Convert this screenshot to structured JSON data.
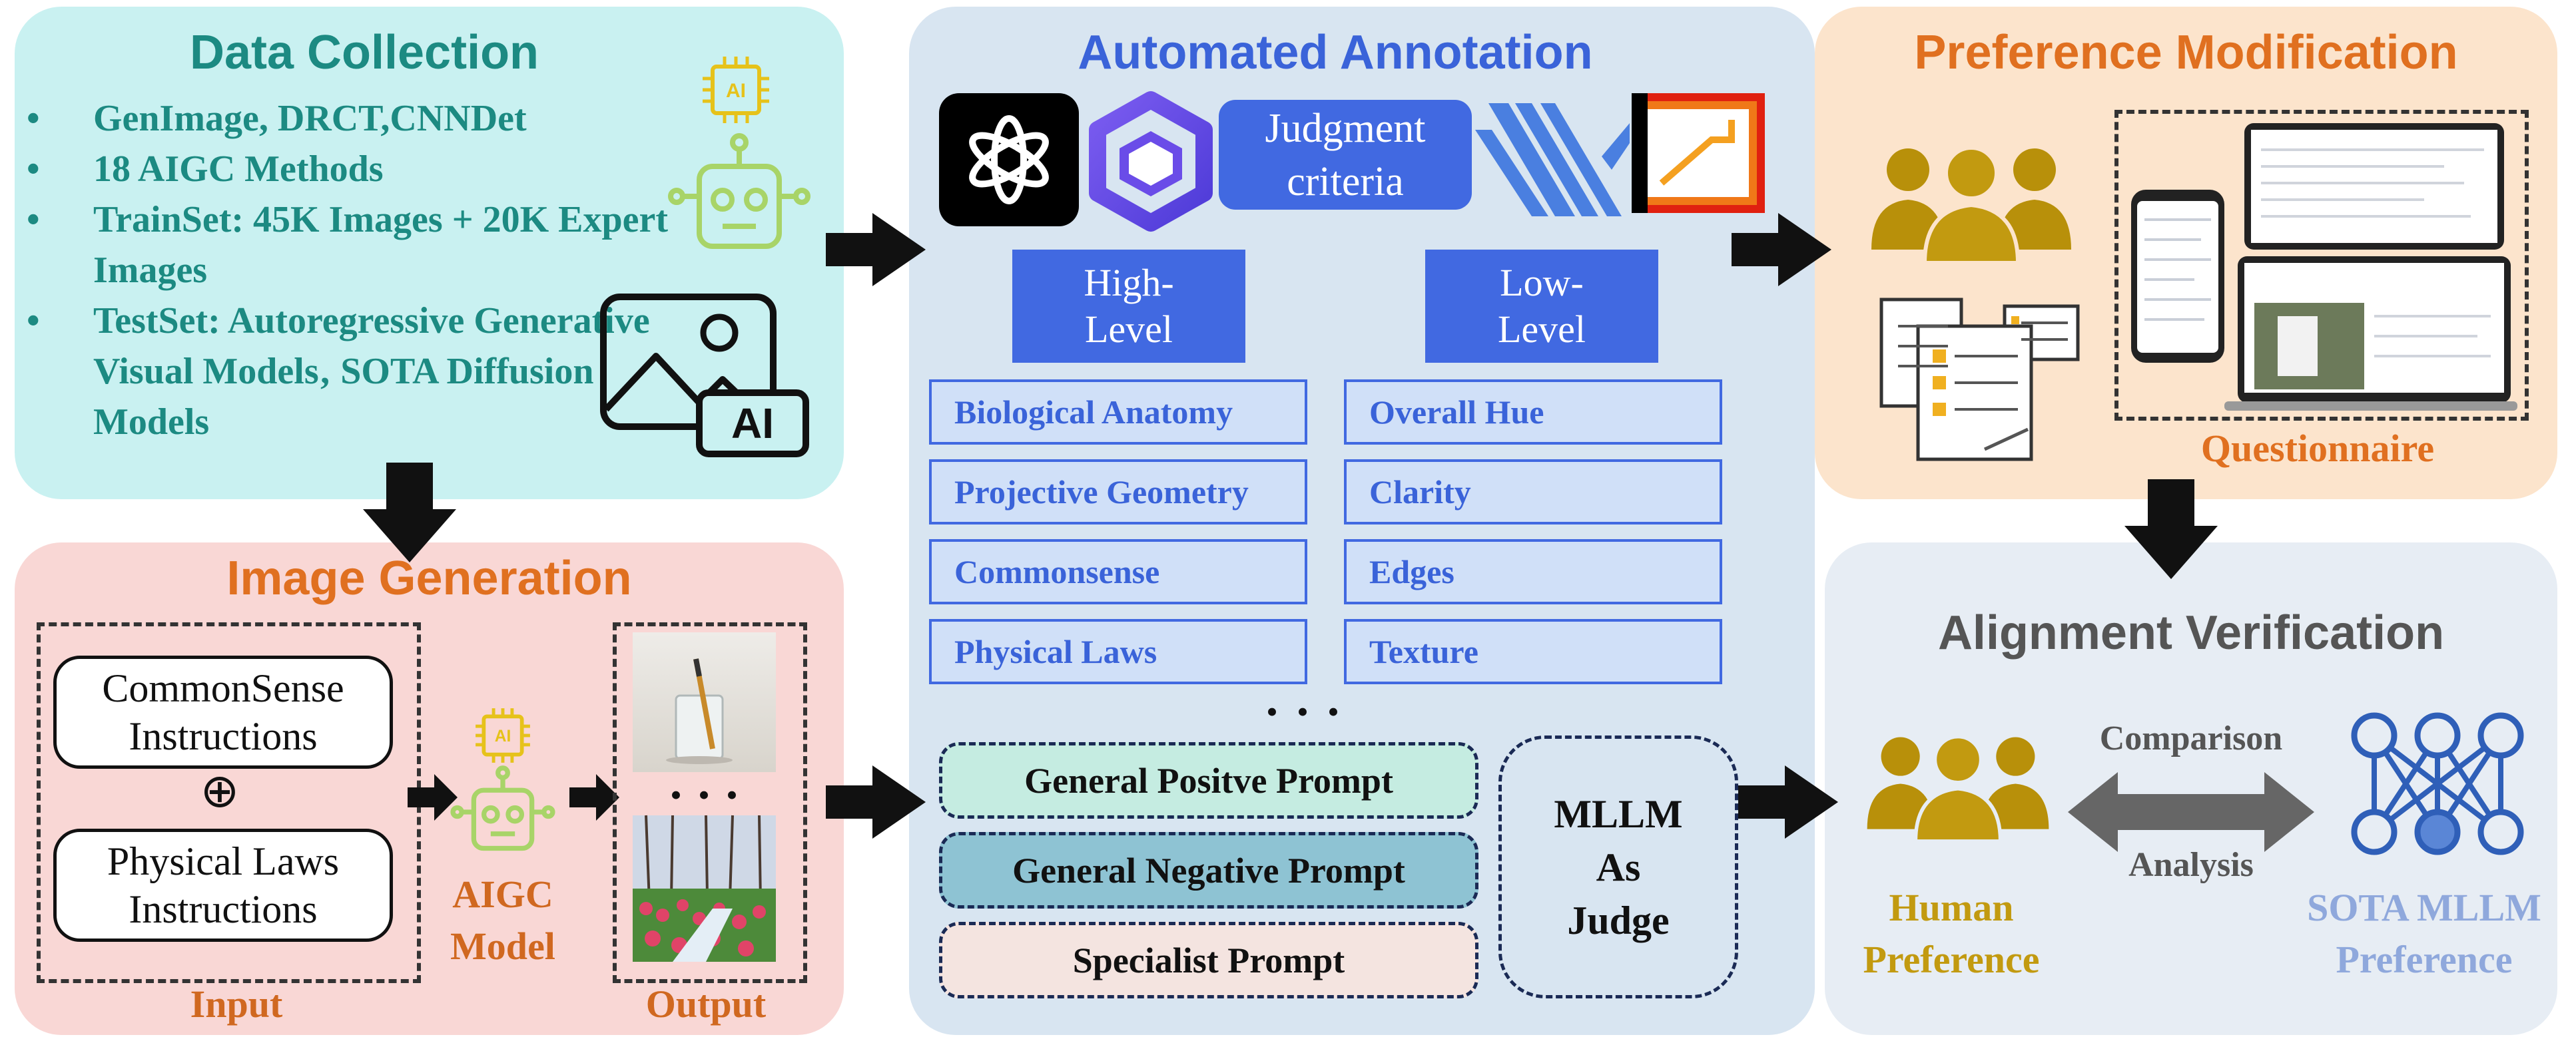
{
  "data_collection": {
    "title": "Data Collection",
    "bullets": [
      "GenImage, DRCT,CNNDet",
      "18 AIGC Methods",
      "TrainSet: 45K Images + 20K Expert Images",
      "TestSet: Autoregressive Generative Visual Models‚ SOTA Diffusion Models"
    ],
    "ai_badge": "AI",
    "chip_text": "AI"
  },
  "image_generation": {
    "title": "Image Generation",
    "instruction_1": "CommonSense Instructions",
    "plus_symbol": "⊕",
    "instruction_2": "Physical Laws Instructions",
    "input_label": "Input",
    "model_label": "AIGC Model",
    "output_label": "Output",
    "dots": "• • •",
    "chip_text": "AI"
  },
  "automated_annotation": {
    "title": "Automated Annotation",
    "judgment_criteria": "Judgment criteria",
    "high_level": "High-Level",
    "low_level": "Low-Level",
    "high_items": [
      "Biological Anatomy",
      "Projective Geometry",
      "Commonsense",
      "Physical Laws"
    ],
    "low_items": [
      "Overall Hue",
      "Clarity",
      "Edges",
      "Texture"
    ],
    "dots": "• • •",
    "prompts": [
      "General Positve Prompt",
      "General Negative Prompt",
      "Specialist Prompt"
    ],
    "judge": "MLLM As Judge"
  },
  "preference_modification": {
    "title": "Preference Modification",
    "questionnaire": "Questionnaire"
  },
  "alignment_verification": {
    "title": "Alignment Verification",
    "comparison": "Comparison",
    "analysis": "Analysis",
    "human_preference": "Human Preference",
    "mllm_preference": "SOTA MLLM Preference"
  },
  "colors": {
    "data_panel": "#c9f1f1",
    "gen_panel": "#f9d7d5",
    "annot_panel": "#d8e5f1",
    "pref_panel": "#fce4cc",
    "align_panel": "#e7edf4",
    "teal_title": "#1c8a82",
    "orange_title": "#e07020",
    "blue_title": "#3a63d9",
    "gray_title": "#555555",
    "gold": "#c29a10",
    "light_blue": "#8fa8dc"
  }
}
